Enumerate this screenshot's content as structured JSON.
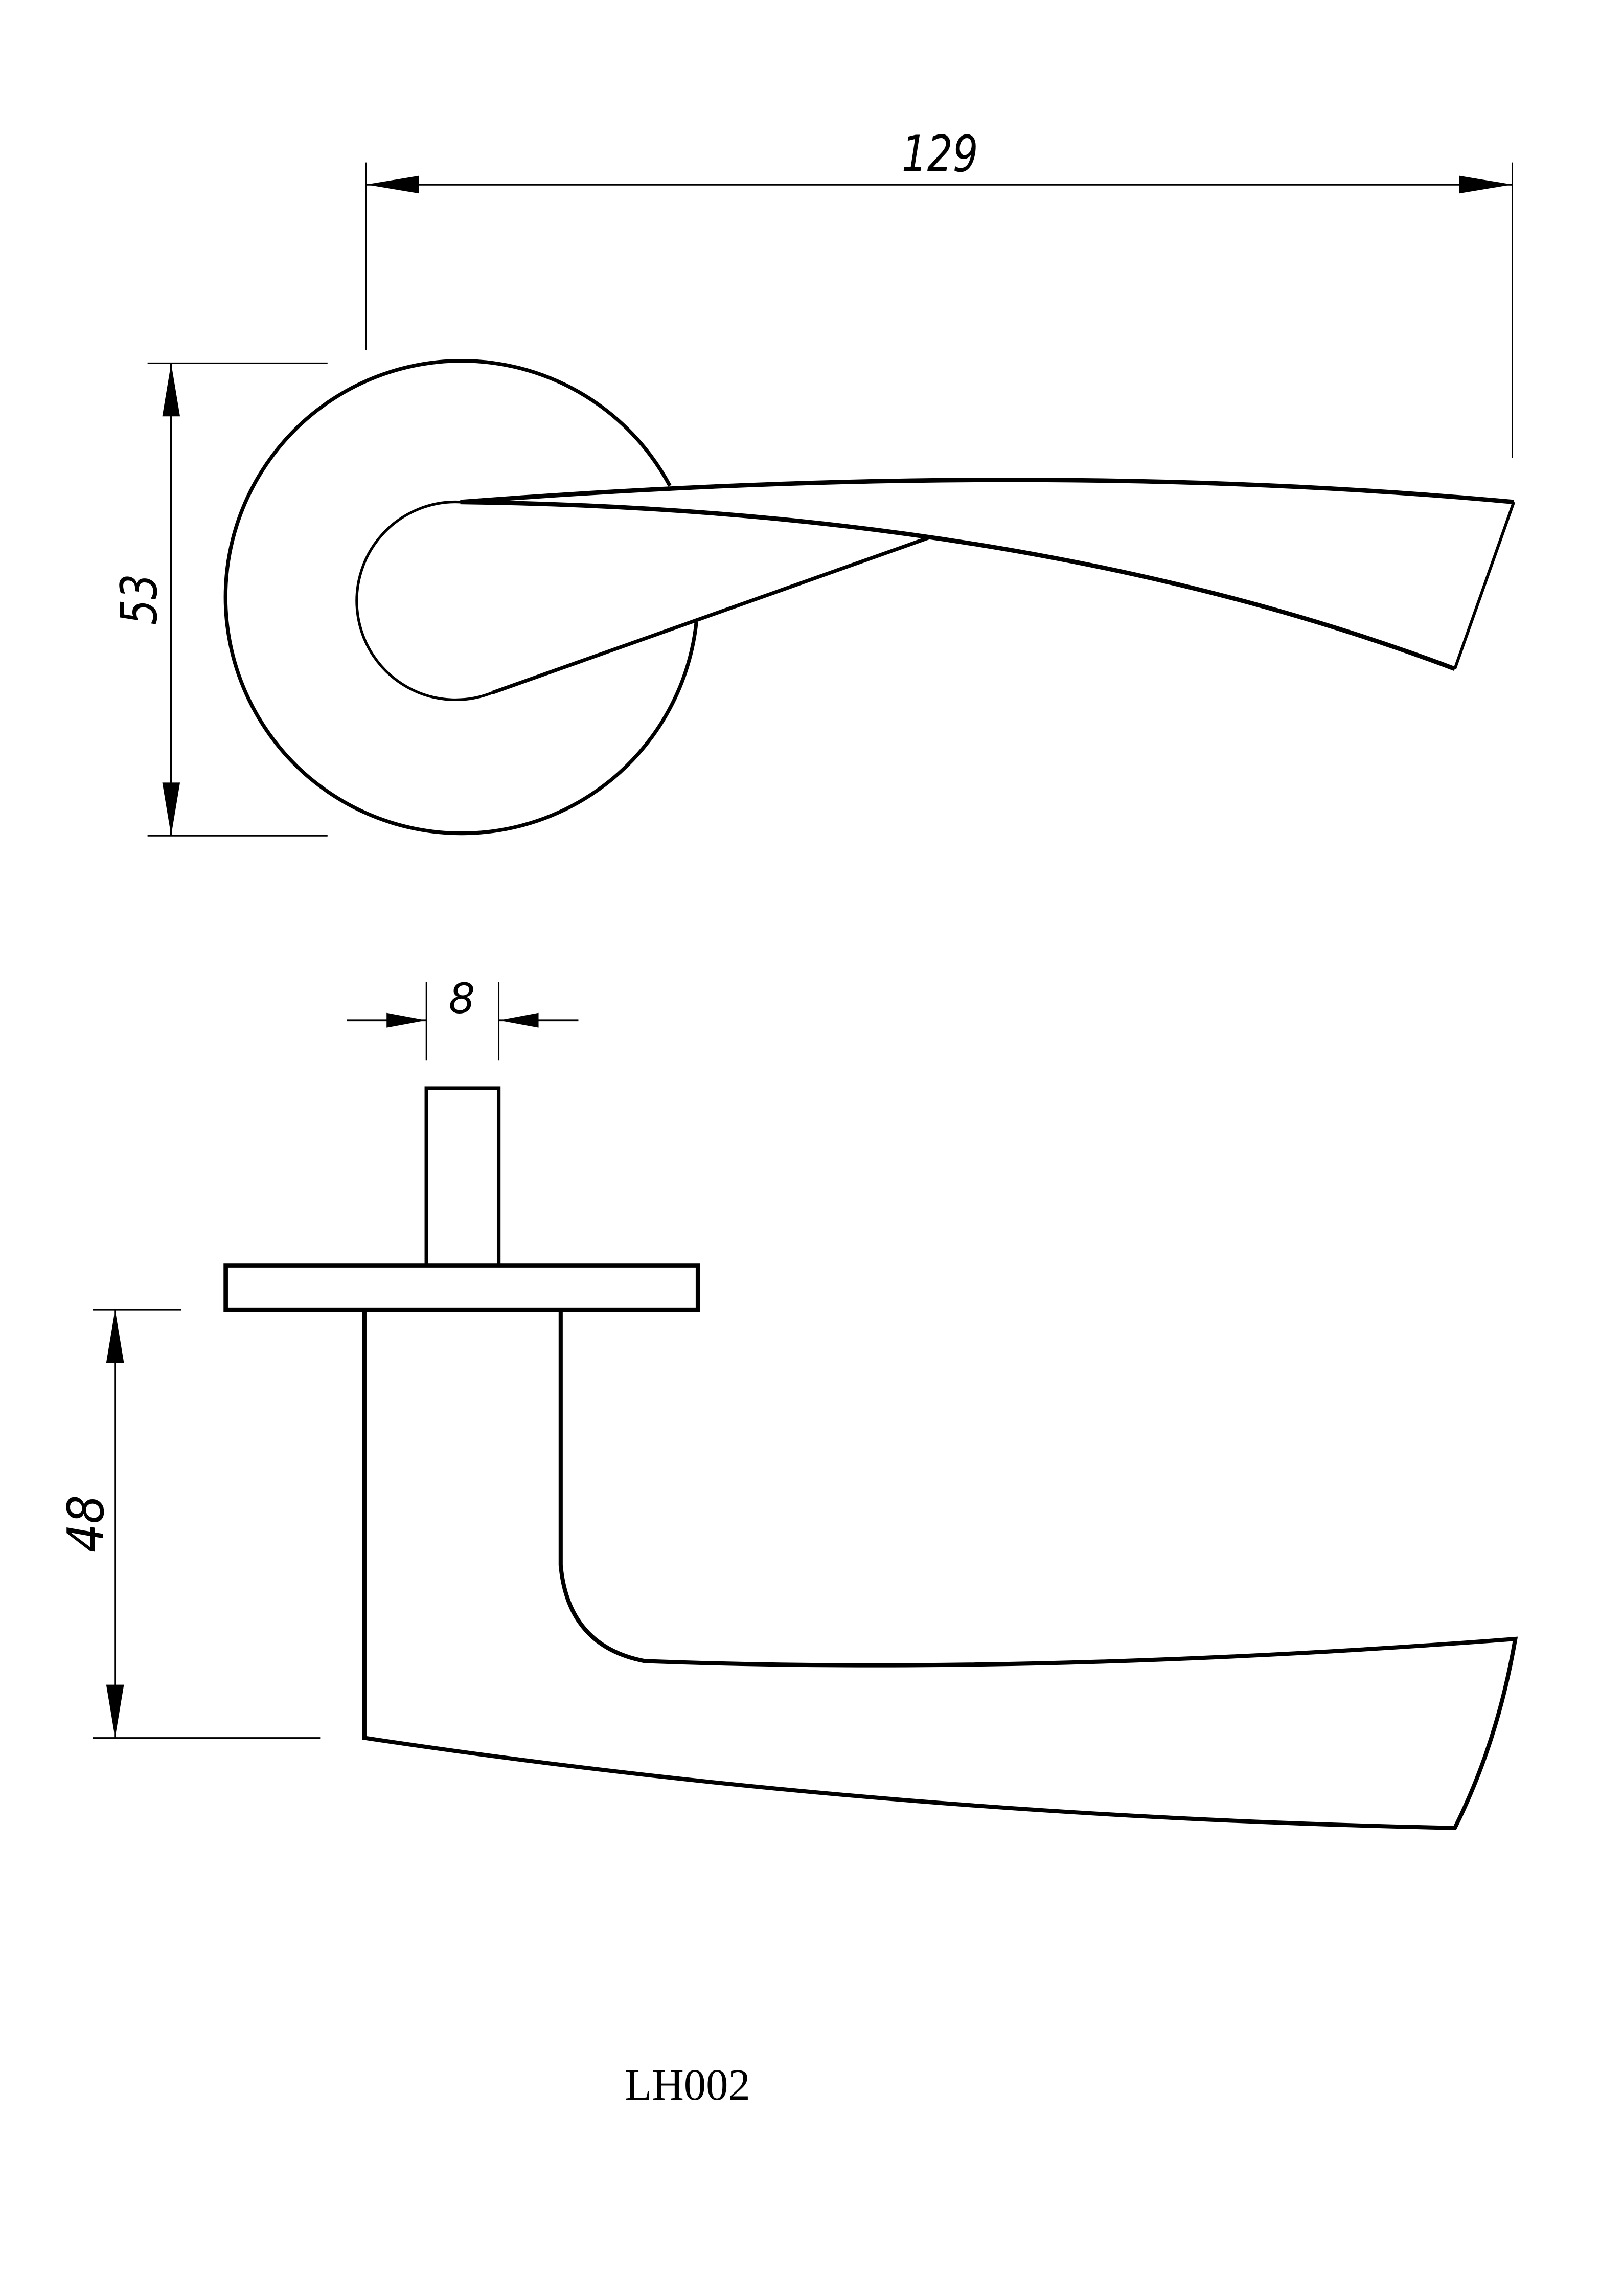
{
  "drawing": {
    "title": "LH002",
    "line_color": "#000000",
    "background": "#ffffff",
    "top_view": {
      "name": "Lever handle on round rose - front view",
      "dimensions": {
        "overall_length": "129",
        "rose_diameter": "53"
      }
    },
    "side_view": {
      "name": "Lever handle - side view",
      "dimensions": {
        "spindle_width": "8",
        "projection_height": "48"
      }
    }
  }
}
